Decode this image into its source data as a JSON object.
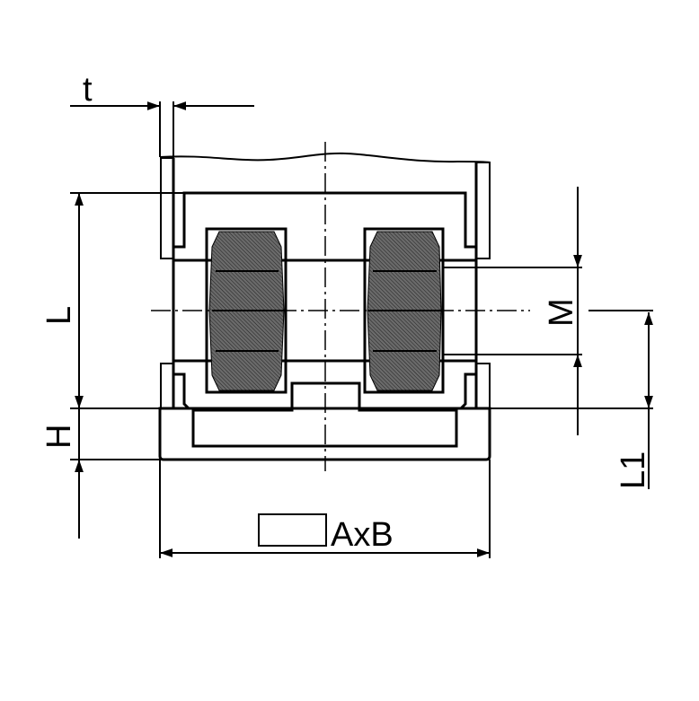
{
  "drawing": {
    "labels": {
      "t": "t",
      "L": "L",
      "H": "H",
      "M": "M",
      "L1": "L1",
      "AxB": "AxB"
    },
    "colors": {
      "line": "#000000",
      "nut_fill": "#555555",
      "background": "#ffffff"
    }
  }
}
